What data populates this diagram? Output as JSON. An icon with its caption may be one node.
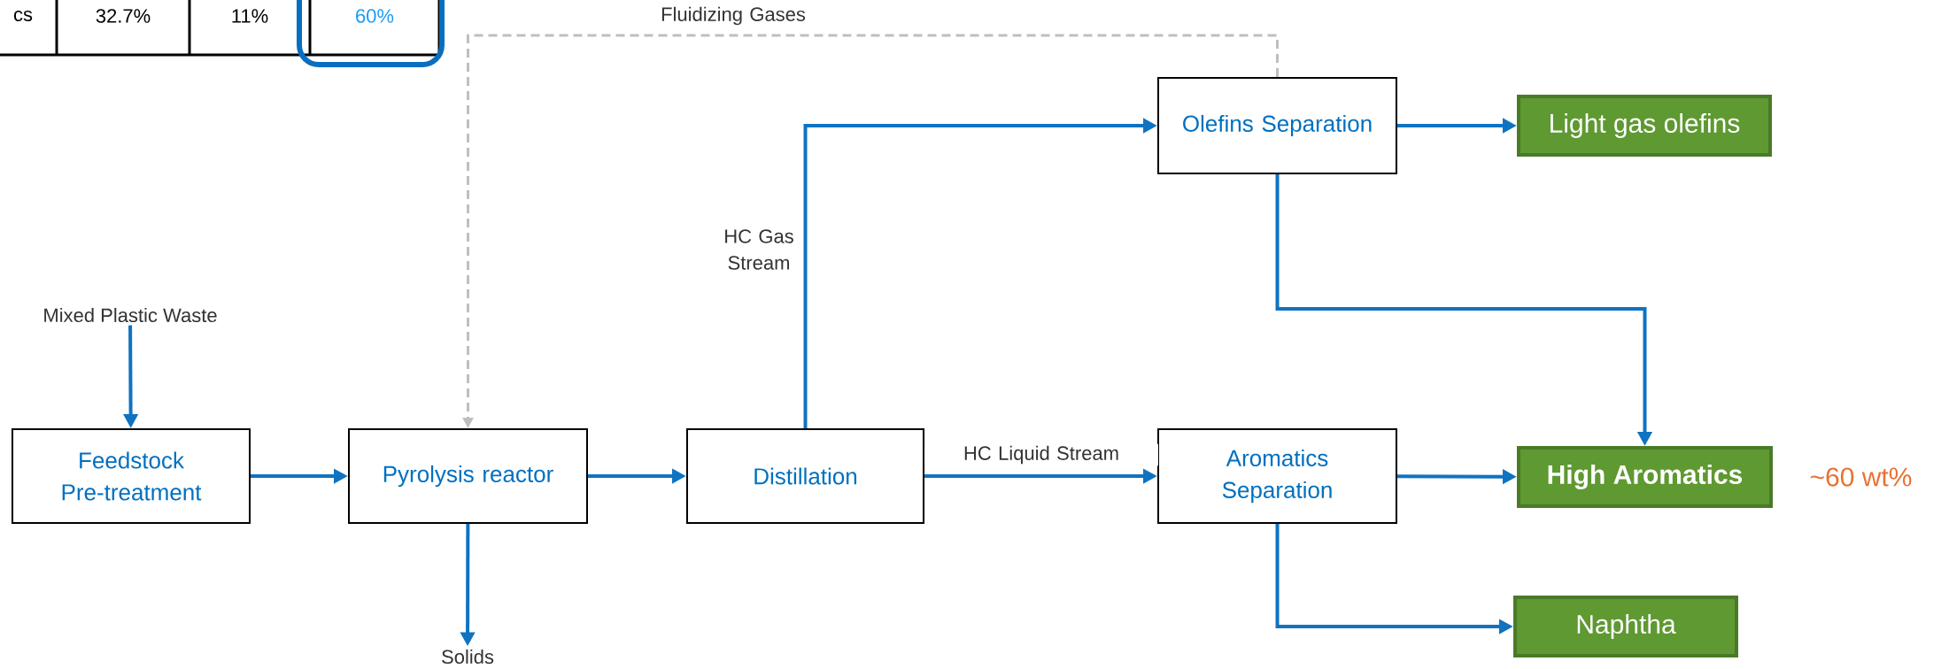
{
  "diagram": {
    "nodes": [
      {
        "text": [
          "Mixed Plastic Waste"
        ]
      },
      {
        "text": [
          "Feedstock Pre-treatment"
        ]
      },
      {
        "text": [
          "Pyrolysis reactor"
        ]
      },
      {
        "text": [
          "Distillation"
        ]
      },
      {
        "text": [
          "Olefins Separation"
        ]
      },
      {
        "text": [
          "Light gas olefins"
        ]
      },
      {
        "text": [
          "Aromatics Separation"
        ]
      },
      {
        "text": [
          "High Aromatics"
        ],
        "beside": [
          "~60 wt%"
        ]
      },
      {
        "text": [
          "Naphtha"
        ]
      },
      {
        "text": [
          "Solids"
        ]
      }
    ],
    "edges": [
      {
        "from": 0,
        "to": 1,
        "arrow": "to"
      },
      {
        "from": 1,
        "to": 2,
        "arrow": "to"
      },
      {
        "from": 4,
        "to": 2,
        "arrow": "to",
        "label": "Fluidizing Gases",
        "style": "dashed",
        "color": "#bfbfbf"
      },
      {
        "from": 2,
        "to": 3,
        "arrow": "to"
      },
      {
        "from": 2,
        "to": 9,
        "arrow": "to"
      },
      {
        "from": 3,
        "to": 4,
        "arrow": "to",
        "label": "HC Gas Stream"
      },
      {
        "from": 3,
        "to": 6,
        "arrow": "to",
        "label": "HC Liquid Stream"
      },
      {
        "from": 4,
        "to": 5,
        "arrow": "to"
      },
      {
        "from": 4,
        "to": 7,
        "arrow": "to"
      },
      {
        "from": 6,
        "to": 7,
        "arrow": "to"
      },
      {
        "from": 6,
        "to": 8,
        "arrow": "to"
      }
    ],
    "labels": [
      "cs",
      "32.7%",
      "11%",
      "60%"
    ]
  }
}
